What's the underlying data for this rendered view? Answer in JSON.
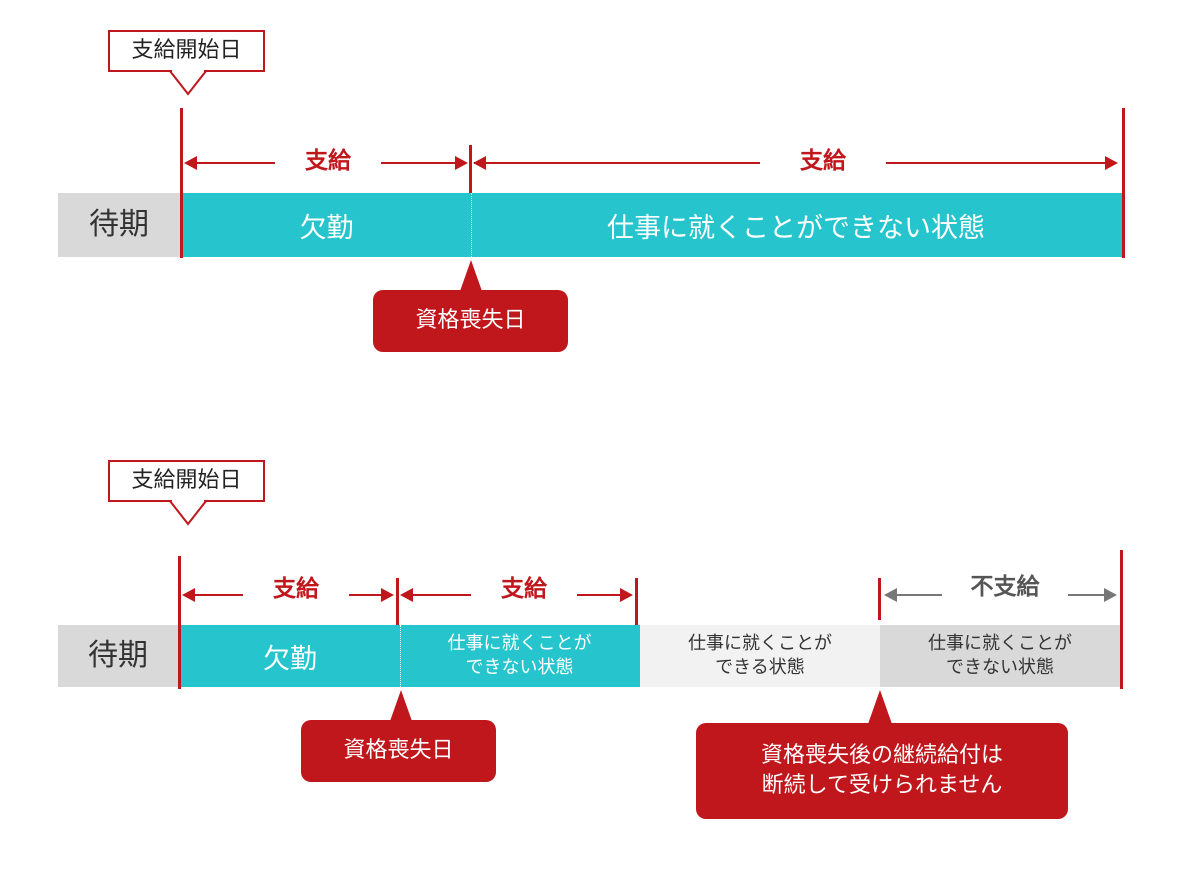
{
  "diagram1": {
    "start_label": "支給開始日",
    "wait_label": "待期",
    "span1_label": "支給",
    "span2_label": "支給",
    "seg1_text": "欠勤",
    "seg2_text": "仕事に就くことができない状態",
    "callout_text": "資格喪失日"
  },
  "diagram2": {
    "start_label": "支給開始日",
    "wait_label": "待期",
    "span1_label": "支給",
    "span2_label": "支給",
    "span3_label": "不支給",
    "seg1_text": "欠勤",
    "seg2_text": "仕事に就くことが\nできない状態",
    "seg3_text": "仕事に就くことが\nできる状態",
    "seg4_text": "仕事に就くことが\nできない状態",
    "callout1_text": "資格喪失日",
    "callout2_text": "資格喪失後の継続給付は\n断続して受けられません"
  },
  "colors": {
    "accent_red": "#c0171c",
    "teal": "#26c5ce",
    "gray_bar": "#d9d9d9",
    "light_bar": "#f2f2f2"
  }
}
